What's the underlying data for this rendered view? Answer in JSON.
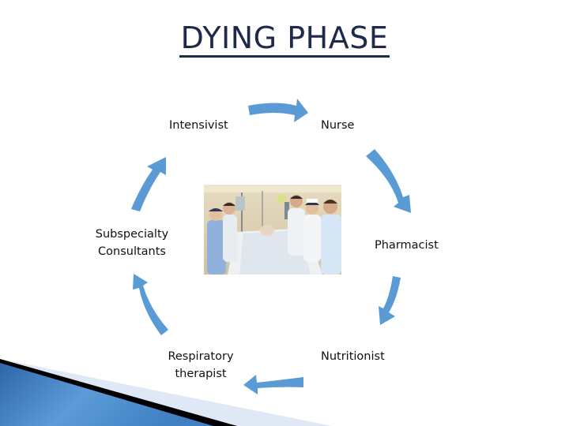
{
  "slide": {
    "title": "DYING PHASE"
  },
  "cycle": {
    "nodes": [
      {
        "label": "Intensivist"
      },
      {
        "label": "Nurse"
      },
      {
        "label": "Pharmacist"
      },
      {
        "label": "Nutritionist"
      },
      {
        "label": "Respiratory therapist",
        "lines": [
          "Respiratory",
          "therapist"
        ]
      },
      {
        "label": "Subspecialty Consultants",
        "lines": [
          "Subspecialty",
          "Consultants"
        ]
      }
    ],
    "arrow_color": "#5b9bd5",
    "center_image": "painting-of-medical-team-at-patient-bedside"
  },
  "decoration": {
    "corner_color": "#3a78b5"
  }
}
